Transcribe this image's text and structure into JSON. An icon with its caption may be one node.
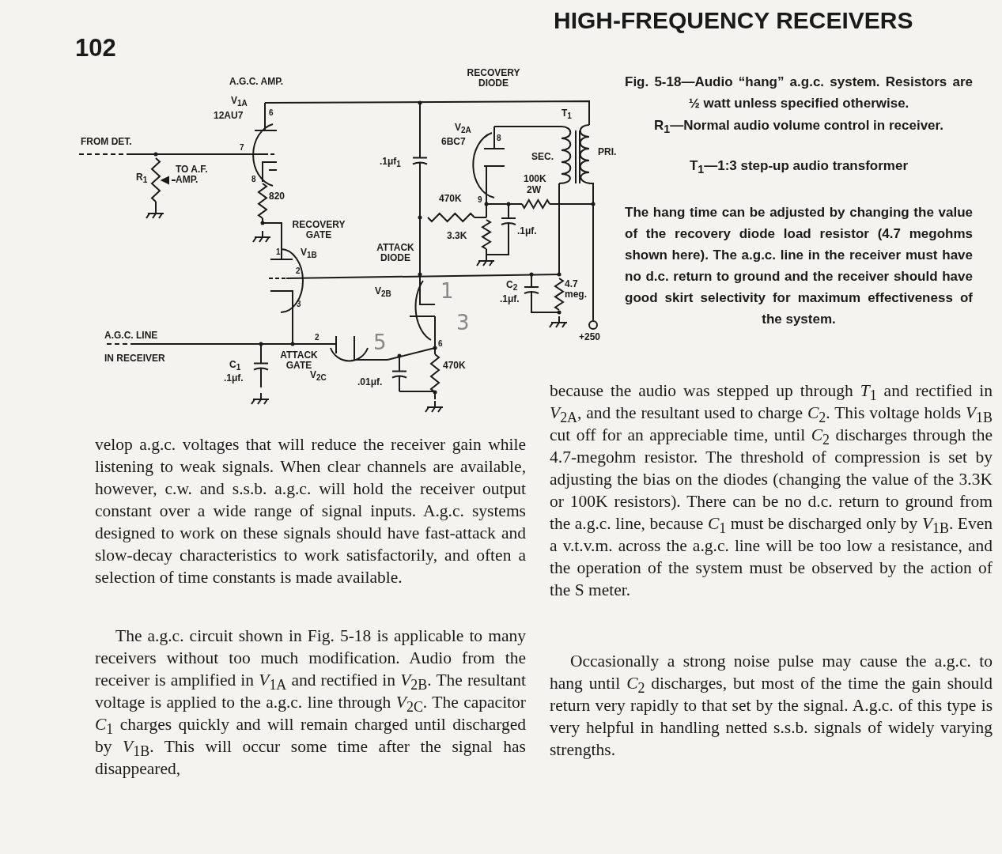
{
  "diagram": {
    "title": "HIGH-FREQUENCY RECEIVERS",
    "caption": "Fig. 5-18—Audio “hang” a.g.c. system. Resistors are ½ watt unless specified otherwise.",
    "labels": [
      "102",
      "A.G.C. AMP.",
      "V$_{1A}$",
      "12AU7",
      "6",
      "FROM DET.",
      "7",
      "R$_{1}$",
      "TO A.F. AMP.",
      "8",
      "820",
      "RECOVERY GATE",
      "V$_{1B}$",
      "1",
      "2",
      "3",
      "A.G.C. LINE",
      "IN RECEIVER",
      "2",
      "ATTACK GATE",
      "C$_{1}$",
      ".1μf.",
      "V$_{2C}$",
      ".01μf.",
      "RECOVERY DIODE",
      ".1μf$_{1}$",
      "V$_{2A}$",
      "6BC7",
      "8",
      "SEC.",
      "T$_{1}$",
      "PRI.",
      "100K",
      "2W",
      "470K",
      "9",
      "3.3K",
      ".1μf.",
      "ATTACK DIODE",
      "V$_{2B}$",
      "C$_{2}$",
      ".1μf.",
      "4.7 meg.",
      "+250",
      "6",
      "470K",
      "1",
      "3",
      "5",
      "R$_{1}$—Normal audio volume control in receiver.",
      "T$_{1}$—1:3 step-up audio transformer",
      "The hang time can be adjusted by changing the value of the recovery diode load resistor (4.7 megohms shown here). The a.g.c. line in the receiver must have no d.c. return to ground and the receiver should have good skirt selectivity for maximum effectiveness of the system.",
      "velop a.g.c. voltages that will reduce the receiver gain while listening to weak signals. When clear channels are available, however, c.w. and s.s.b. a.g.c. will hold the receiver output constant over a wide range of signal inputs. A.g.c. systems designed to work on these signals should have fast-attack and slow-decay characteristics to work satisfactorily, and often a selection of time constants is made available.",
      "The a.g.c. circuit shown in Fig. 5-18 is applicable to many receivers without too much modification. Audio from the receiver is amplified in *V*$_{1A}$ and rectified in *V*$_{2B}$. The resultant voltage is applied to the a.g.c. line through *V*$_{2C}$. The capacitor *C*$_{1}$ charges quickly and will remain charged until discharged by *V*$_{1B}$. This will occur some time after the signal has disappeared,",
      "because the audio was stepped up through *T*$_{1}$ and rectified in *V*$_{2A}$, and the resultant used to charge *C*$_{2}$. This voltage holds *V*$_{1B}$ cut off for an appreciable time, until *C*$_{2}$ discharges through the 4.7-megohm resistor. The threshold of compression is set by adjusting the bias on the diodes (changing the value of the 3.3K or 100K resistors). There can be no d.c. return to ground from the a.g.c. line, because *C*$_{1}$ must be discharged only by *V*$_{1B}$. Even a v.t.v.m. across the a.g.c. line will be too low a resistance, and the operation of the system must be observed by the action of the S meter.",
      "Occasionally a strong noise pulse may cause the a.g.c. to hang until *C*$_{2}$ discharges, but most of the time the gain should return very rapidly to that set by the signal. A.g.c. of this type is very helpful in handling netted s.s.b. signals of widely varying strengths."
    ]
  }
}
